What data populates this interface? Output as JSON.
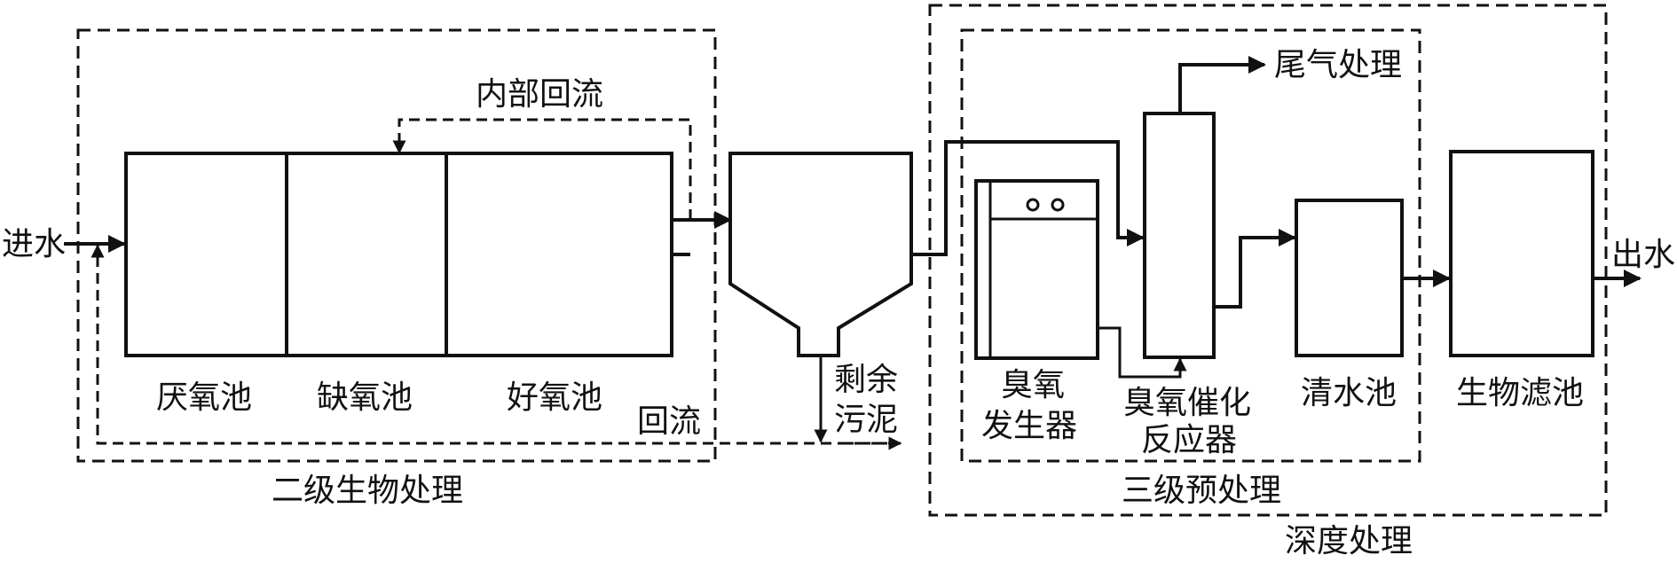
{
  "labels": {
    "inlet": "进水",
    "outlet": "出水",
    "internal_reflux": "内部回流",
    "reflux": "回流",
    "anaerobic_tank": "厌氧池",
    "anoxic_tank": "缺氧池",
    "aerobic_tank": "好氧池",
    "excess_sludge_line1": "剩余",
    "excess_sludge_line2": "污泥",
    "ozone_generator_line1": "臭氧",
    "ozone_generator_line2": "发生器",
    "ozone_reactor_line1": "臭氧催化",
    "ozone_reactor_line2": "反应器",
    "clear_water_tank": "清水池",
    "tail_gas": "尾气处理",
    "bio_filter": "生物滤池",
    "secondary_treatment": "二级生物处理",
    "tertiary_pretreatment": "三级预处理",
    "advanced_treatment": "深度处理"
  }
}
